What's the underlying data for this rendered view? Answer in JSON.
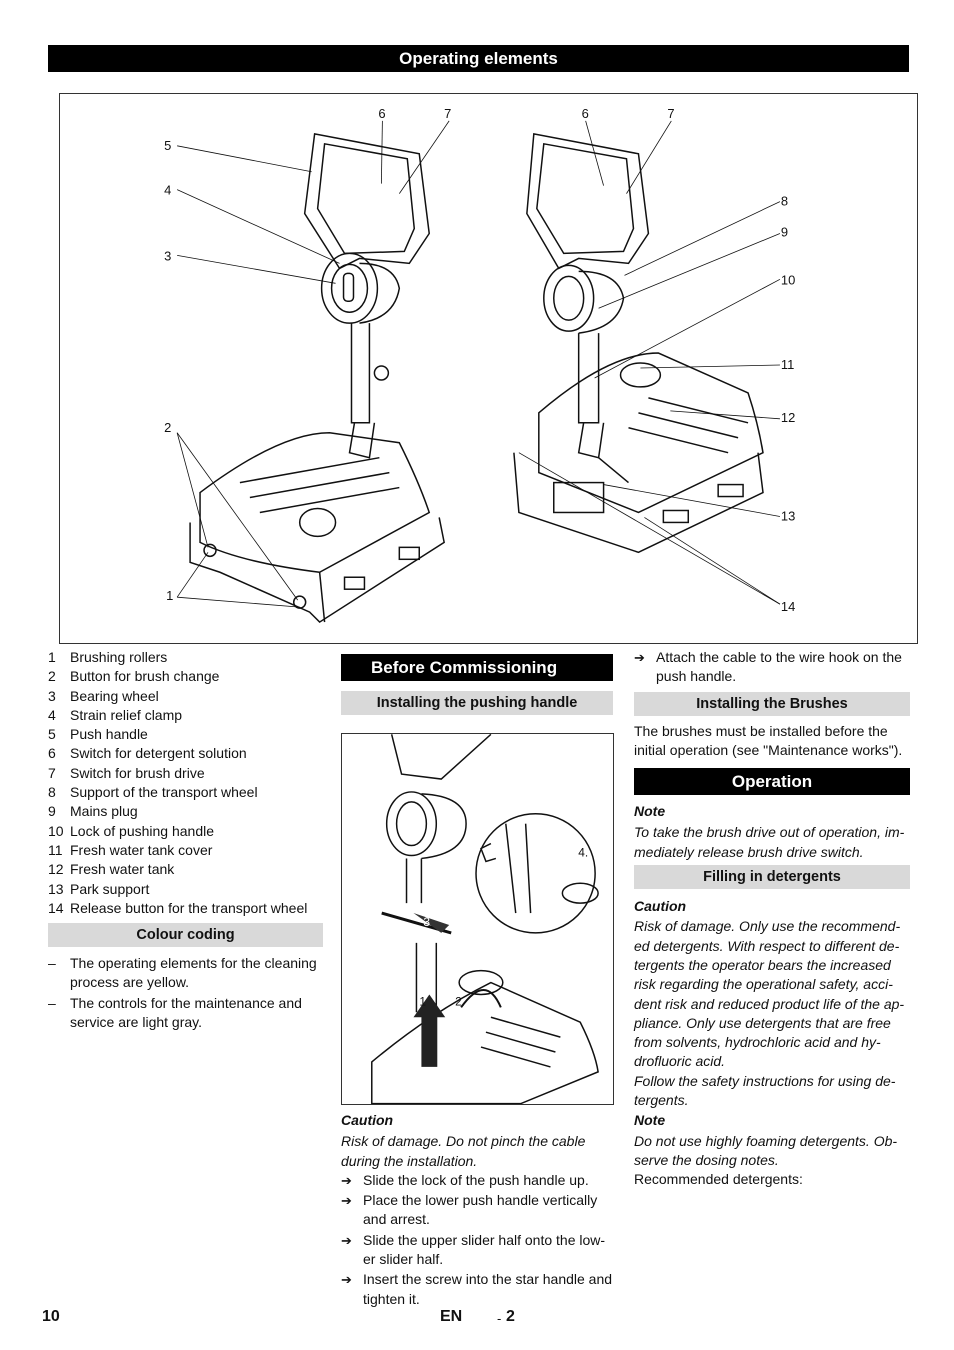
{
  "header": {
    "title": "Operating elements"
  },
  "figure": {
    "callouts": [
      "1",
      "2",
      "3",
      "4",
      "5",
      "6",
      "7",
      "6",
      "7",
      "8",
      "9",
      "10",
      "11",
      "12",
      "13",
      "14"
    ]
  },
  "parts_list": [
    {
      "num": "1",
      "label": "Brushing rollers"
    },
    {
      "num": "2",
      "label": "Button for brush change"
    },
    {
      "num": "3",
      "label": "Bearing wheel"
    },
    {
      "num": "4",
      "label": "Strain relief clamp"
    },
    {
      "num": "5",
      "label": "Push handle"
    },
    {
      "num": "6",
      "label": "Switch for detergent solution"
    },
    {
      "num": "7",
      "label": "Switch for brush drive"
    },
    {
      "num": "8",
      "label": "Support of the transport wheel"
    },
    {
      "num": "9",
      "label": "Mains plug"
    },
    {
      "num": "10",
      "label": "Lock of pushing handle"
    },
    {
      "num": "11",
      "label": "Fresh water tank cover"
    },
    {
      "num": "12",
      "label": "Fresh water tank"
    },
    {
      "num": "13",
      "label": "Park support"
    },
    {
      "num": "14",
      "label": "Release button for the transport wheel"
    }
  ],
  "colour_coding": {
    "heading": "Colour coding",
    "items": [
      {
        "marker": "–",
        "text": "The operating elements for the cleaning process are yellow."
      },
      {
        "marker": "–",
        "text": "The controls for the maintenance and service are light gray."
      }
    ]
  },
  "before_commissioning": {
    "heading": "Before Commissioning",
    "subheading": "Installing the pushing handle",
    "illus_labels": [
      "4.",
      "3",
      "1",
      "2."
    ],
    "caution_label": "Caution",
    "caution_text": "Risk of damage. Do not pinch the cable during the installation.",
    "steps": [
      {
        "marker": "➔",
        "text": "Slide the lock of the push handle up."
      },
      {
        "marker": "➔",
        "text": "Place the lower push handle vertically and arrest."
      },
      {
        "marker": "➔",
        "text": "Slide the upper slider half onto the low-er slider half."
      },
      {
        "marker": "➔",
        "text": "Insert the screw into the star handle and tighten it."
      }
    ]
  },
  "col3": {
    "steps": [
      {
        "marker": "➔",
        "text": "Attach the cable to the wire hook on the push handle."
      }
    ],
    "installing_brushes": {
      "heading": "Installing the Brushes",
      "text": "The brushes must be installed before the initial operation (see \"Maintenance works\")."
    },
    "operation": {
      "heading": "Operation",
      "note_label": "Note",
      "note_text": "To take the brush drive out of operation, im-mediately release brush drive switch.",
      "sub_heading": "Filling in detergents",
      "caution_label": "Caution",
      "caution_text": "Risk of damage. Only use the recommend-ed detergents. With respect to different de-tergents the operator bears the increased risk regarding the operational safety, acci-dent risk and reduced product life of the ap-pliance. Only use detergents that are free from solvents, hydrochloric acid and hy-drofluoric acid.",
      "caution_text2": "Follow the safety instructions for using de-tergents.",
      "note2_label": "Note",
      "note2_text": "Do not use highly foaming detergents. Ob-serve the dosing notes.",
      "recommended": "Recommended detergents:"
    }
  },
  "footer": {
    "page_number": "10",
    "lang": "EN",
    "sep": "-",
    "sub_page": "2"
  }
}
